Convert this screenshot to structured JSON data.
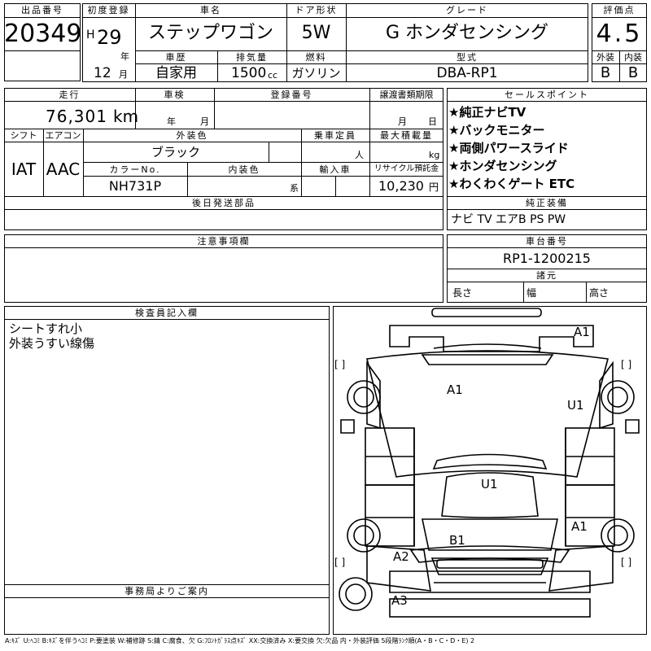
{
  "top": {
    "lot_label": "出品番号",
    "lot_no": "20349",
    "first_reg_label": "初度登録",
    "era": "H",
    "year": "29",
    "year_unit": "年",
    "month": "12",
    "month_unit": "月",
    "car_name_label": "車名",
    "car_name": "ステップワゴン",
    "door_label": "ドア形状",
    "door": "5W",
    "grade_label": "グレード",
    "grade": "G ホンダセンシング",
    "score_label": "評価点",
    "score": "4.5",
    "exterior_label": "外装",
    "exterior": "B",
    "interior_label": "内装",
    "interior": "B",
    "history_label": "車歴",
    "history": "自家用",
    "displacement_label": "排気量",
    "displacement": "1500",
    "displacement_unit": "cc",
    "fuel_label": "燃料",
    "fuel": "ガソリン",
    "model_label": "型式",
    "model": "DBA-RP1"
  },
  "mid": {
    "mileage_label": "走行",
    "mileage": "76,301",
    "mileage_unit": "km",
    "inspection_label": "車検",
    "inspection_year_unit": "年",
    "inspection_month_unit": "月",
    "reg_no_label": "登録番号",
    "transfer_label": "譲渡書類期限",
    "transfer_month_unit": "月",
    "transfer_day_unit": "日",
    "shift_label": "シフト",
    "shift": "IAT",
    "ac_label": "エアコン",
    "ac": "AAC",
    "color_label": "外装色",
    "color": "ブラック",
    "capacity_label": "乗車定員",
    "capacity_unit": "人",
    "load_label": "最大積載量",
    "load_unit": "kg",
    "color_no_label": "カラーNo.",
    "color_no": "NH731P",
    "int_color_label": "内装色",
    "int_color_unit": "系",
    "import_label": "輸入車",
    "recycle_label": "リサイクル預託金",
    "recycle": "10,230",
    "recycle_unit": "円",
    "later_parts_label": "後日発送部品"
  },
  "selling": {
    "label": "セールスポイント",
    "points": [
      "★純正ナビTV",
      "★バックモニター",
      "★両側パワースライド",
      "★ホンダセンシング",
      "★わくわくゲート ETC"
    ],
    "genuine_label": "純正装備",
    "genuine": "ナビ TV エアB PS PW"
  },
  "notes": {
    "label": "注意事項欄"
  },
  "chassis": {
    "label": "車台番号",
    "value": "RP1-1200215",
    "dims_label": "諸元",
    "length": "長さ",
    "width": "幅",
    "height": "高さ"
  },
  "inspector": {
    "label": "検査員記入欄",
    "lines": [
      "シートすれ小",
      "外装うすい線傷"
    ]
  },
  "office": {
    "label": "事務局よりご案内"
  },
  "diagram": {
    "marks": [
      "A1",
      "A1",
      "U1",
      "U1",
      "A1",
      "B1",
      "A2",
      "A3"
    ],
    "brackets": [
      "[ ]",
      "[ ]",
      "[ ]",
      "[ ]"
    ]
  },
  "legend": "A:ｷｽﾞ U:ﾍｺﾐ B:ｷｽﾞを伴うﾍｺﾐ P:要塗装 W:補修跡 S:錆 C:腐食、欠 G:ﾌﾛﾝﾄｶﾞﾗｽ点ｷｽﾞ XX:交換済み X:要交換 欠:欠品 内・外装評価 5段階ﾗﾝｸ順(A・B・C・D・E) 2"
}
